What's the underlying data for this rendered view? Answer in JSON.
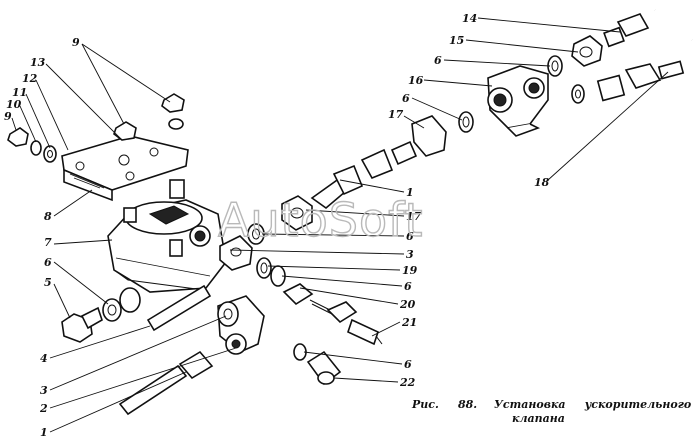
{
  "watermark": "AutoSoft",
  "caption": {
    "fig": "Рис.",
    "number": "88.",
    "line1": "Установка     ускорительного",
    "line2": "клапана"
  },
  "callouts": {
    "n14": "14",
    "n15": "15",
    "n6a": "6",
    "n16": "16",
    "n6b": "6",
    "n17a": "17",
    "n18": "18",
    "n9": "9",
    "n13": "13",
    "n12": "12",
    "n11": "11",
    "n10": "10",
    "n9b": "9",
    "n8": "8",
    "n7": "7",
    "n6c": "6",
    "n5": "5",
    "n1a": "1",
    "n17b": "17",
    "n6d": "6",
    "n3a": "3",
    "n19": "19",
    "n6e": "6",
    "n20": "20",
    "n21": "21",
    "n6f": "6",
    "n22": "22",
    "n4": "4",
    "n3b": "3",
    "n2": "2",
    "n1b": "1"
  }
}
